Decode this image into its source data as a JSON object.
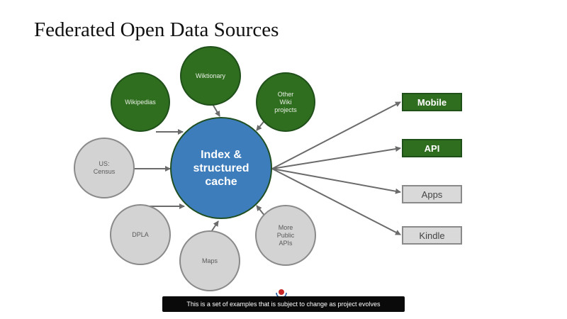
{
  "title": "Federated Open Data Sources",
  "hub": {
    "label": "Index &\nstructured\ncache",
    "color": "#3e7dbb"
  },
  "sources": [
    {
      "id": "wikipedias",
      "label": "Wikipedias",
      "kind": "wiki"
    },
    {
      "id": "wiktionary",
      "label": "Wiktionary",
      "kind": "wiki"
    },
    {
      "id": "other-wiki",
      "label": "Other\nWiki\nprojects",
      "kind": "wiki"
    },
    {
      "id": "us-census",
      "label": "US:\nCensus",
      "kind": "external"
    },
    {
      "id": "dpla",
      "label": "DPLA",
      "kind": "external"
    },
    {
      "id": "maps",
      "label": "Maps",
      "kind": "external"
    },
    {
      "id": "more-apis",
      "label": "More\nPublic\nAPIs",
      "kind": "external"
    }
  ],
  "outputs": [
    {
      "id": "mobile",
      "label": "Mobile",
      "highlighted": true
    },
    {
      "id": "api",
      "label": "API",
      "highlighted": true
    },
    {
      "id": "apps",
      "label": "Apps",
      "highlighted": false
    },
    {
      "id": "kindle",
      "label": "Kindle",
      "highlighted": false
    }
  ],
  "caption": "This is a set of examples that is subject to change as project evolves",
  "colors": {
    "wiki": "#2f6e1f",
    "external": "#d3d3d3",
    "arrow": "#6b6b6b"
  }
}
